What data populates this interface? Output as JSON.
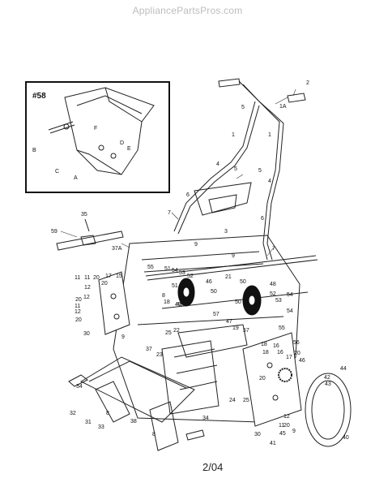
{
  "watermark": "AppliancePartsPros.com",
  "footer": "2/04",
  "inset": {
    "title": "#58",
    "labels": [
      "F",
      "D",
      "E",
      "B",
      "C",
      "A"
    ]
  },
  "callouts": [
    "2",
    "5",
    "1A",
    "1",
    "1",
    "5",
    "4",
    "5",
    "4",
    "6",
    "6",
    "3",
    "7",
    "7",
    "35",
    "59",
    "37A",
    "9",
    "9",
    "55",
    "51",
    "54",
    "53",
    "52",
    "46",
    "50",
    "21",
    "50",
    "48",
    "52",
    "53",
    "54",
    "49",
    "50",
    "57",
    "51",
    "55",
    "54",
    "11",
    "11",
    "20",
    "17",
    "15",
    "20",
    "12",
    "12",
    "20",
    "11",
    "12",
    "20",
    "30",
    "9",
    "8",
    "18",
    "49",
    "47",
    "19",
    "57",
    "25",
    "22",
    "18",
    "16",
    "18",
    "16",
    "56",
    "20",
    "46",
    "17",
    "37",
    "23",
    "20",
    "42",
    "44",
    "43",
    "24",
    "25",
    "34",
    "32",
    "31",
    "33",
    "8",
    "38",
    "34",
    "8",
    "12",
    "11",
    "20",
    "45",
    "9",
    "30",
    "41",
    "40"
  ]
}
